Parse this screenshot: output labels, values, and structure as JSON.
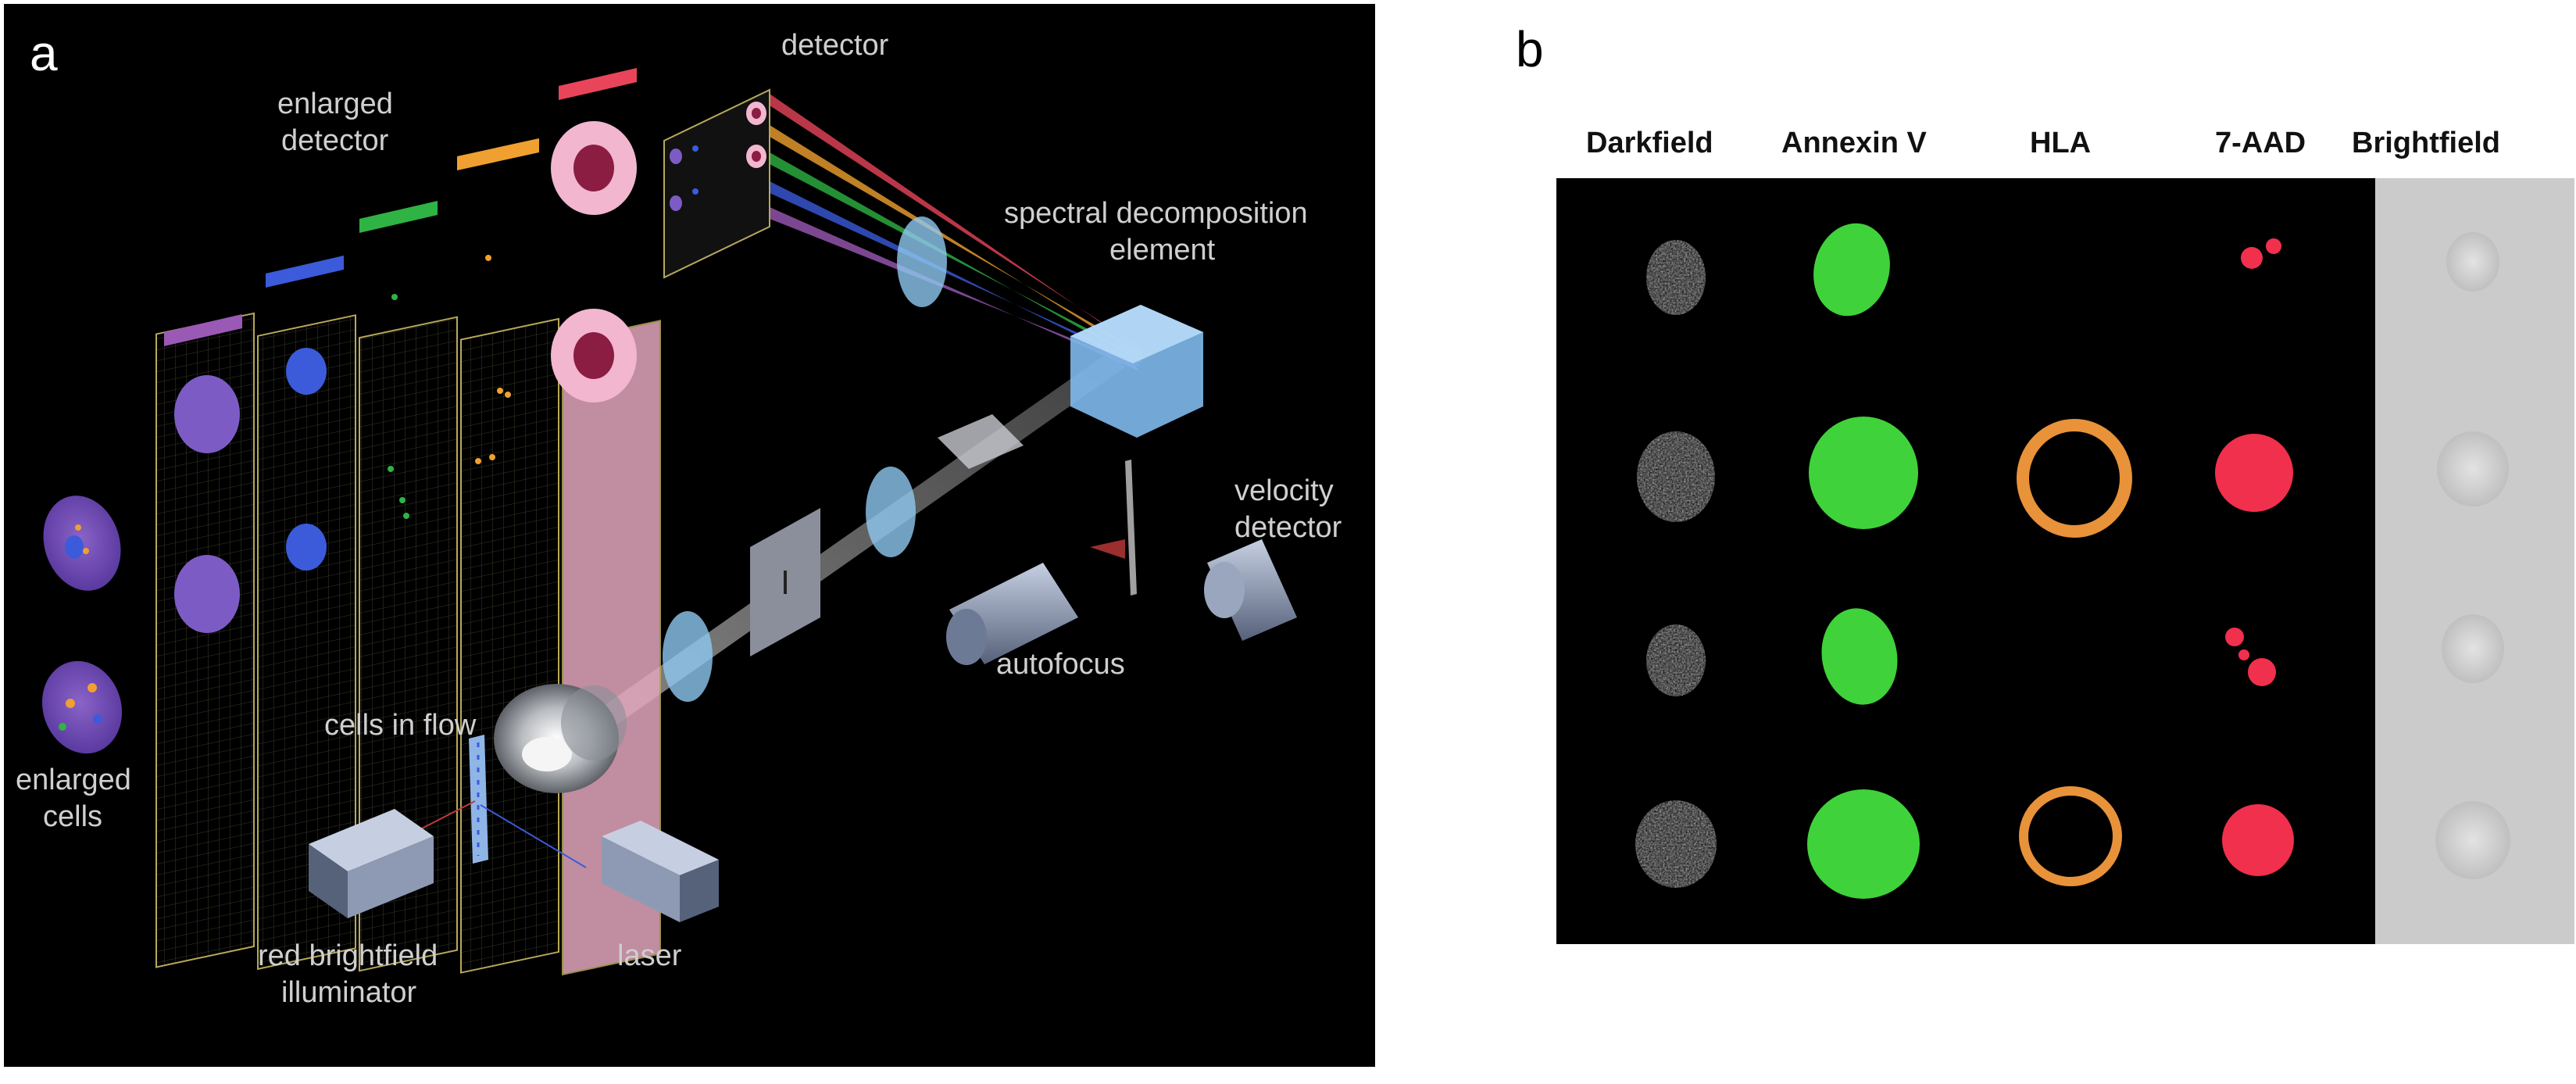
{
  "panel_a": {
    "letter": "a",
    "labels": {
      "detector": "detector",
      "enlarged_detector_1": "enlarged",
      "enlarged_detector_2": "detector",
      "spectral_1": "spectral decomposition",
      "spectral_2": "element",
      "velocity_1": "velocity",
      "velocity_2": "detector",
      "autofocus": "autofocus",
      "cells_in_flow": "cells in flow",
      "enlarged_cells_1": "enlarged",
      "enlarged_cells_2": "cells",
      "red_bf_1": "red brightfield",
      "red_bf_2": "illuminator",
      "laser": "laser"
    },
    "channel_colors": [
      "#9b59b6",
      "#3b5bdb",
      "#2fb344",
      "#f0a030",
      "#e8455b"
    ]
  },
  "panel_b": {
    "letter": "b",
    "columns": [
      "Darkfield",
      "Annexin V",
      "HLA",
      "7-AAD",
      "Brightfield"
    ],
    "colors": {
      "darkfield": "#36b6d8",
      "annexin": "#3fd23a",
      "hla": "#e8923a",
      "aad": "#f0304c",
      "brightfield_bg": "#c9c9c9"
    }
  }
}
